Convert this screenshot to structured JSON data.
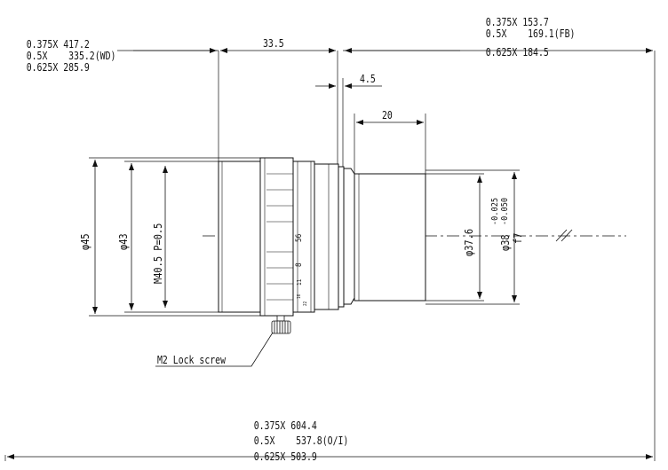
{
  "wd_block": [
    {
      "mag": "0.375X",
      "value": "417.2",
      "suffix": ""
    },
    {
      "mag": "0.5X",
      "value": "335.2",
      "suffix": "(WD)"
    },
    {
      "mag": "0.625X",
      "value": "285.9",
      "suffix": ""
    }
  ],
  "fb_block": [
    {
      "mag": "0.375X",
      "value": "153.7",
      "suffix": ""
    },
    {
      "mag": "0.5X",
      "value": "169.1",
      "suffix": "(FB)"
    },
    {
      "mag": "0.625X",
      "value": "184.5",
      "suffix": ""
    }
  ],
  "oi_block": [
    {
      "mag": "0.375X",
      "value": "604.4",
      "suffix": ""
    },
    {
      "mag": "0.5X",
      "value": "537.8",
      "suffix": "(O/I)"
    },
    {
      "mag": "0.625X",
      "value": "503.9",
      "suffix": ""
    }
  ],
  "dims": {
    "length_33_5": "33.5",
    "length_4_5": "4.5",
    "length_20": "20",
    "dia_45": "φ45",
    "dia_43": "φ43",
    "thread": "M40.5 P=0.5",
    "dia_37_6": "φ37.6",
    "dia_38": "φ38",
    "tol_upper": "-0.025",
    "tol_lower": "-0.050",
    "fit": "f7"
  },
  "scale_marks": [
    "56",
    "8",
    "11",
    "16",
    "22"
  ],
  "callout": {
    "lock_screw": "M2 Lock screw"
  },
  "colors": {
    "line": "#111111",
    "body_fill": "#ffffff",
    "mount_fill": "#ffffff"
  }
}
